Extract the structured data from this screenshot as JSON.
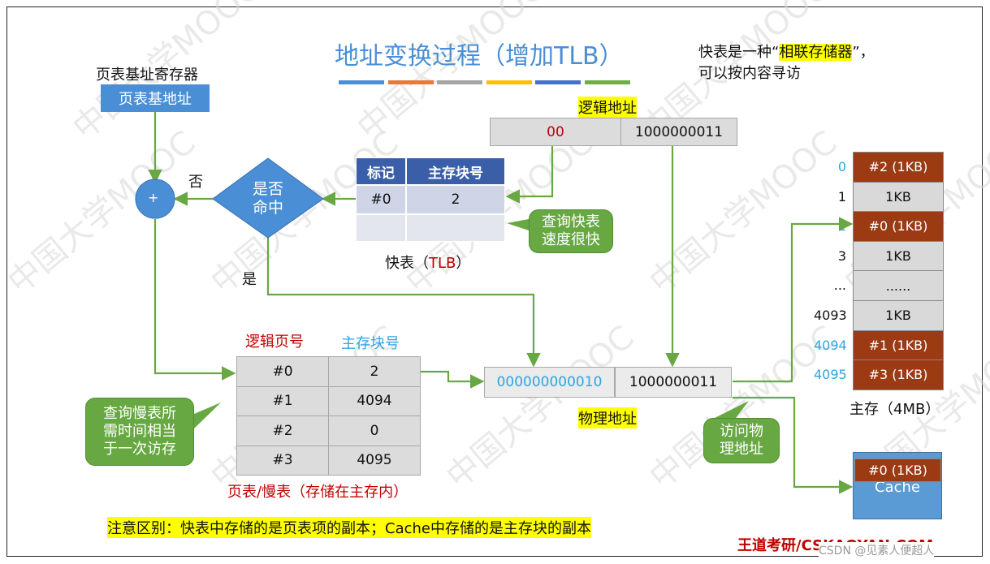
{
  "title": "地址变换过程（增加TLB）",
  "stripe_colors": [
    "#4a8fd6",
    "#e8793a",
    "#a5a5a5",
    "#ffc000",
    "#4472c4",
    "#70ad47"
  ],
  "note_top": {
    "prefix": "快表是一种“",
    "highlight": "相联存储器",
    "suffix": "”，",
    "line2": "可以按内容寻访"
  },
  "ptbr": {
    "label": "页表基址寄存器",
    "value": "页表基地址"
  },
  "logical_address": {
    "label": "逻辑地址",
    "page": "00",
    "offset": "1000000011"
  },
  "diamond": {
    "line1": "是否",
    "line2": "命中"
  },
  "adder": "+",
  "no_label": "否",
  "yes_label": "是",
  "tlb": {
    "headers": [
      "标记",
      "主存块号"
    ],
    "row1": [
      "#0",
      "2"
    ],
    "caption_prefix": "快表（",
    "caption_red": "TLB",
    "caption_suffix": "）"
  },
  "callout_tlb": {
    "line1": "查询快表",
    "line2": "速度很快"
  },
  "page_table": {
    "header_logical": "逻辑页号",
    "header_block": "主存块号",
    "rows": [
      [
        "#0",
        "2"
      ],
      [
        "#1",
        "4094"
      ],
      [
        "#2",
        "0"
      ],
      [
        "#3",
        "4095"
      ]
    ],
    "caption_red": "页表/慢表（存储在主存内）"
  },
  "callout_slow": {
    "line1": "查询慢表所",
    "line2": "需时间相当",
    "line3": "于一次访存"
  },
  "physical_address": {
    "label": "物理地址",
    "block": "000000000010",
    "offset": "1000000011"
  },
  "callout_access": {
    "line1": "访问物",
    "line2": "理地址"
  },
  "memory": {
    "indices": [
      "0",
      "1",
      "2",
      "3",
      "...",
      "4093",
      "4094",
      "4095"
    ],
    "cells": [
      "#2 (1KB)",
      "1KB",
      "#0 (1KB)",
      "1KB",
      "......",
      "1KB",
      "#1 (1KB)",
      "#3 (1KB)"
    ],
    "caption": "主存（4MB）"
  },
  "cache": {
    "label": "Cache",
    "block": "#0 (1KB)"
  },
  "bottom_note": "注意区别：快表中存储的是页表项的副本；Cache中存储的是主存块的副本",
  "brand": "王道考研/CSKAOYAN.COM",
  "watermark_csdn": "CSDN @见素人便超人",
  "watermark_text": "中国大学MOOC"
}
